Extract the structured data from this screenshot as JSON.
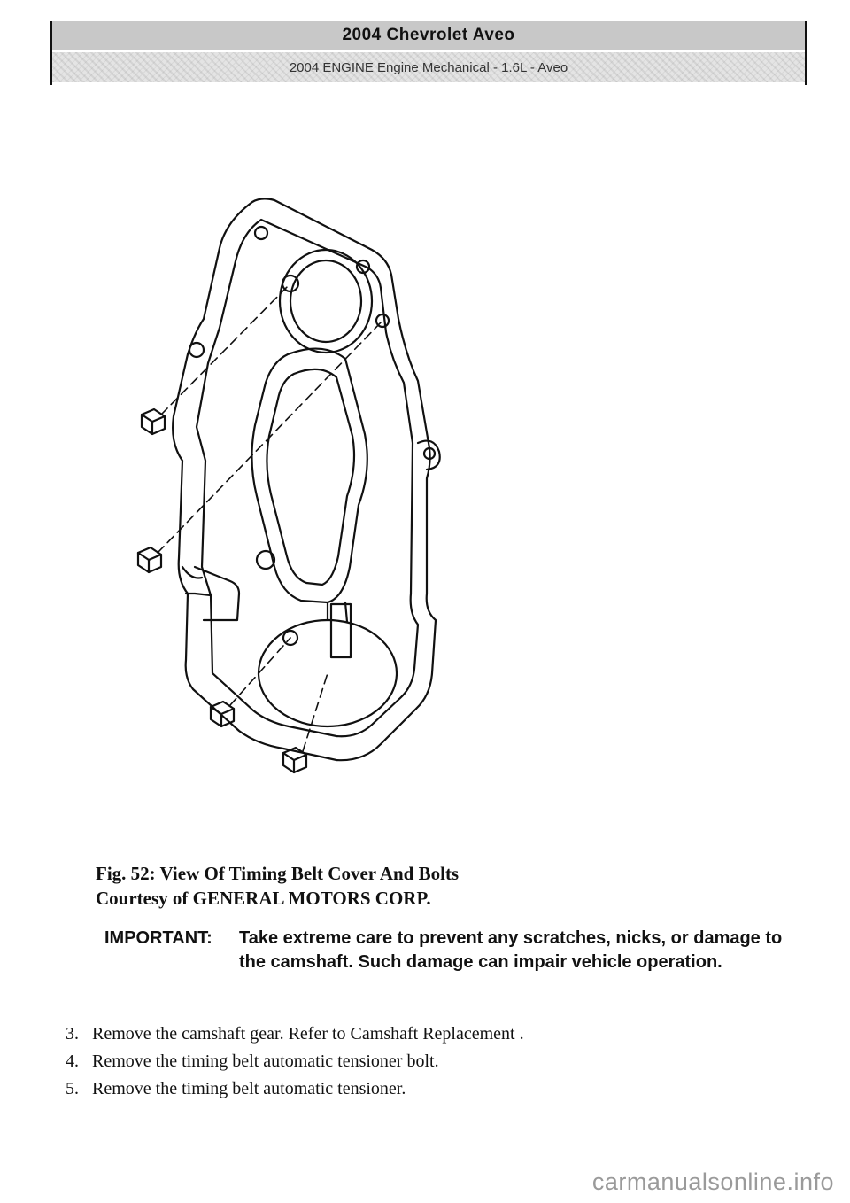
{
  "header": {
    "title": "2004 Chevrolet Aveo",
    "subtitle": "2004 ENGINE Engine Mechanical - 1.6L - Aveo"
  },
  "figure": {
    "caption": "Fig. 52: View Of Timing Belt Cover And Bolts",
    "credit": "Courtesy of GENERAL MOTORS CORP."
  },
  "note": {
    "label": "IMPORTANT:",
    "text": "Take extreme care to prevent any scratches, nicks, or damage to the camshaft. Such damage can impair vehicle operation."
  },
  "steps": [
    {
      "num": "3.",
      "text": "Remove the camshaft gear. Refer to Camshaft Replacement ."
    },
    {
      "num": "4.",
      "text": "Remove the timing belt automatic tensioner bolt."
    },
    {
      "num": "5.",
      "text": "Remove the timing belt automatic tensioner."
    }
  ],
  "watermark": "carmanualsonline.info"
}
